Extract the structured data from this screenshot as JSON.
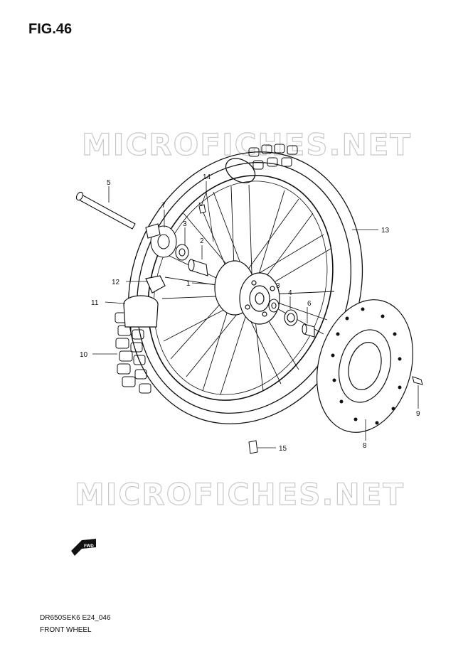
{
  "figure": {
    "title": "FIG.46"
  },
  "watermark": {
    "text": "MICROFICHES.NET"
  },
  "fwd_arrow": {
    "label": "FWD"
  },
  "callouts": {
    "c1": "1",
    "c2": "2",
    "c3a": "3",
    "c3b": "3",
    "c4": "4",
    "c5": "5",
    "c6": "6",
    "c7": "7",
    "c8": "8",
    "c9": "9",
    "c10": "10",
    "c11": "11",
    "c12": "12",
    "c13": "13",
    "c14": "14",
    "c15": "15"
  },
  "footer": {
    "code": "DR650SEK6 E24_046",
    "caption": "FRONT WHEEL"
  }
}
